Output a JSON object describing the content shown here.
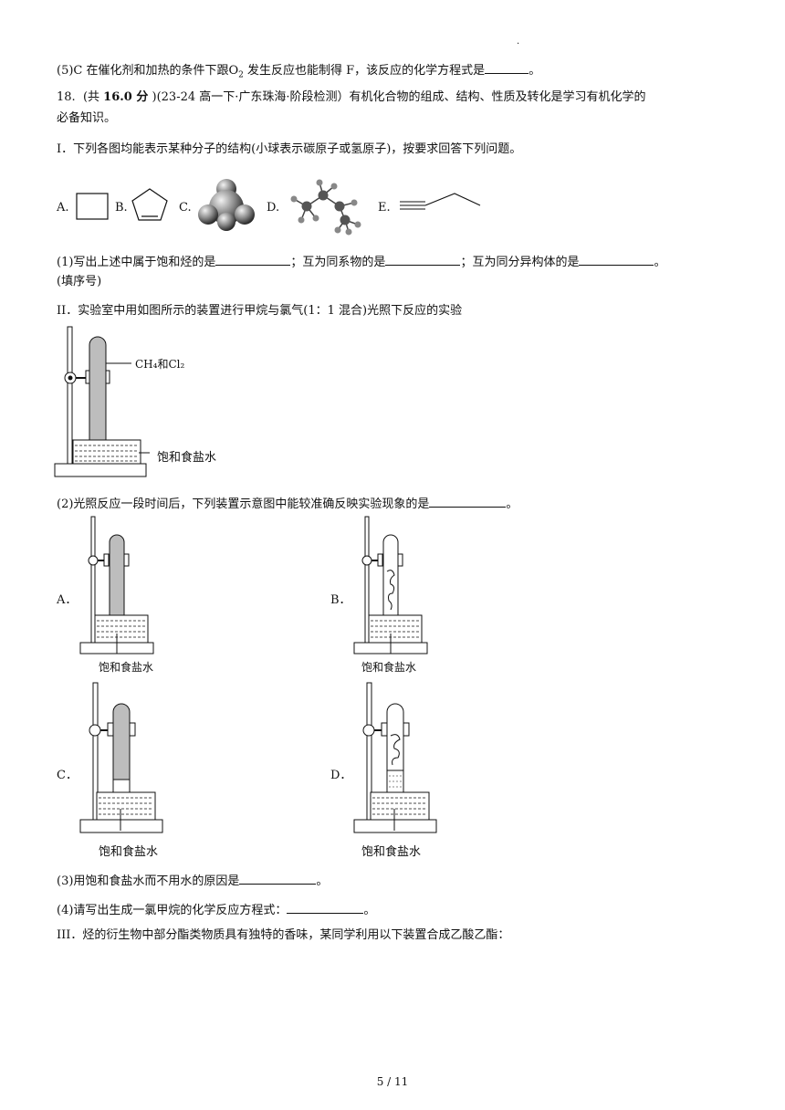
{
  "top_dot": ".",
  "q5": {
    "pre": "(5)C 在催化剂和加热的条件下跟O",
    "sub": "2",
    "post": " 发生反应也能制得 F，该反应的化学方程式是",
    "end": "。"
  },
  "q18": {
    "num": "18.",
    "score_pre": "(共 ",
    "score": "16.0 分",
    "score_post": " )",
    "source": "(23-24 高一下·广东珠海·阶段检测）有机化合物的组成、结构、性质及转化是学习有机化学的",
    "source_cont": "必备知识。"
  },
  "part1": {
    "intro": "I．下列各图均能表示某种分子的结构(小球表示碳原子或氢原子)，按要求回答下列问题。",
    "labels": [
      "A.",
      "B.",
      "C.",
      "D.",
      "E."
    ],
    "q1_a": "(1)写出上述中属于饱和烃的是",
    "q1_b": "；互为同系物的是",
    "q1_c": "；互为同分异构体的是",
    "q1_end": "。",
    "q1_note": "(填序号)"
  },
  "part2": {
    "intro": "II．实验室中用如图所示的装置进行甲烷与氯气(1：1 混合)光照下反应的实验",
    "gas_label": "CH₄和Cl₂",
    "water_label": "饱和食盐水",
    "q2": "(2)光照反应一段时间后，下列装置示意图中能较准确反映实验现象的是",
    "q2_end": "。",
    "options": [
      "A．",
      "B．",
      "C．",
      "D．"
    ],
    "q3": "(3)用饱和食盐水而不用水的原因是",
    "q3_end": "。",
    "q4": "(4)请写出生成一氯甲烷的化学反应方程式：",
    "q4_end": "。"
  },
  "part3": {
    "intro": "III．烃的衍生物中部分酯类物质具有独特的香味，某同学利用以下装置合成乙酸乙酯："
  },
  "page": {
    "current": "5",
    "sep": "/",
    "total": "11"
  }
}
